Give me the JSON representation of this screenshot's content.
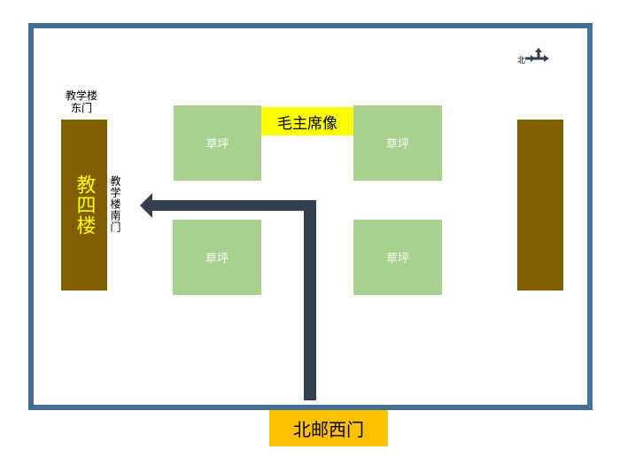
{
  "buildings": {
    "west_name": "教四楼",
    "east_gate_label": "教学楼东门",
    "south_gate_label": "教学楼南门"
  },
  "lawns": [
    "草坪",
    "草坪",
    "草坪",
    "草坪"
  ],
  "statue_label": "毛主席像",
  "entrance_gate_label": "北邮西门",
  "compass_label": "北",
  "colors": {
    "frame": "#43709b",
    "building": "#7f6000",
    "lawn": "#a9d18e",
    "statue": "#ffff00",
    "gate": "#ffc000",
    "route_arrow": "#323f4f"
  }
}
